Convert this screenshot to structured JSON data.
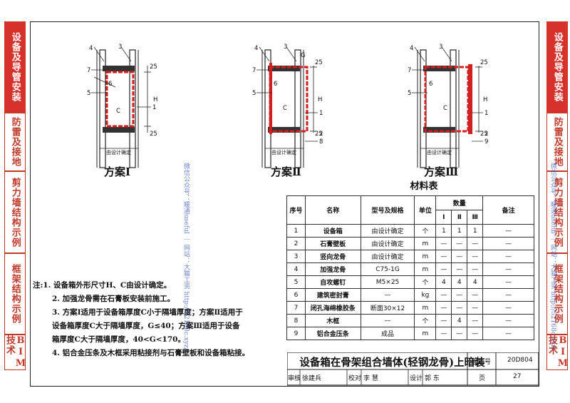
{
  "side_tabs": [
    {
      "label": "设备及导管安装",
      "active": true
    },
    {
      "label": "防雷及接地",
      "active": false
    },
    {
      "label": "剪力墙结构示例",
      "active": false
    },
    {
      "label": "框架结构示例",
      "active": false
    },
    {
      "label": "BIM技术",
      "active": false
    }
  ],
  "drawing": {
    "schemes": [
      "方案Ⅰ",
      "方案Ⅱ",
      "方案Ⅲ"
    ],
    "dim_label": "由设计确定",
    "dim_25": "25",
    "label_H": "H",
    "label_C": "C",
    "label_G": "G",
    "callouts_1": {
      "n4": "4",
      "n3": "3",
      "n7": "7",
      "n6": "6",
      "n5": "5",
      "n1": "1"
    },
    "callouts_2": {
      "n4": "4",
      "n3": "3",
      "n7": "7",
      "n6": "6",
      "n5": "5",
      "n1": "1",
      "n2": "2",
      "n8": "8"
    },
    "callouts_3": {
      "n4": "4",
      "n3": "3",
      "n7": "7",
      "n6": "6",
      "n5": "5",
      "n1": "1",
      "n2": "2",
      "n9": "9"
    }
  },
  "materials": {
    "title": "材料表",
    "headers": {
      "index": "序号",
      "name": "名称",
      "model": "型号及规格",
      "unit": "单位",
      "quantity": "数量",
      "q1": "Ⅰ",
      "q2": "Ⅱ",
      "q3": "Ⅲ",
      "remark": "备注"
    },
    "rows": [
      {
        "no": "1",
        "name": "设备箱",
        "model": "由设计确定",
        "unit": "个",
        "q1": "1",
        "q2": "1",
        "q3": "1",
        "remark": "—"
      },
      {
        "no": "2",
        "name": "石膏壁板",
        "model": "由设计确定",
        "unit": "m",
        "q1": "—",
        "q2": "—",
        "q3": "—",
        "remark": "—"
      },
      {
        "no": "3",
        "name": "竖向龙骨",
        "model": "由设计确定",
        "unit": "m",
        "q1": "—",
        "q2": "—",
        "q3": "—",
        "remark": "—"
      },
      {
        "no": "4",
        "name": "加强龙骨",
        "model": "C75-1G",
        "unit": "m",
        "q1": "—",
        "q2": "—",
        "q3": "—",
        "remark": "—"
      },
      {
        "no": "5",
        "name": "自攻螺钉",
        "model": "M5×25",
        "unit": "个",
        "q1": "4",
        "q2": "4",
        "q3": "4",
        "remark": "—"
      },
      {
        "no": "6",
        "name": "建筑密封膏",
        "model": "—",
        "unit": "kg",
        "q1": "—",
        "q2": "—",
        "q3": "—",
        "remark": "—"
      },
      {
        "no": "7",
        "name": "闭孔海绵橡胶条",
        "model": "断面30×12",
        "unit": "m",
        "q1": "—",
        "q2": "—",
        "q3": "—",
        "remark": "—"
      },
      {
        "no": "8",
        "name": "木框",
        "model": "—",
        "unit": "个",
        "q1": "—",
        "q2": "4",
        "q3": "—",
        "remark": "—"
      },
      {
        "no": "9",
        "name": "铝合金压条",
        "model": "成品",
        "unit": "m",
        "q1": "—",
        "q2": "—",
        "q3": "—",
        "remark": "—"
      }
    ]
  },
  "notes": {
    "n1": "注:1. 设备箱外形尺寸H、C由设计确定。",
    "n2": "2. 加强龙骨需在石膏板安装前施工。",
    "n3a": "3. 方案Ⅰ适用于设备箱厚度C小于隔墙厚度；方案Ⅱ适用于",
    "n3b": "设备箱厚度C大于隔墙厚度，G≤40；方案Ⅲ适用于设备",
    "n3c": "箱厚度C大于隔墙厚度，40<G<170。",
    "n4": "4. 铝合金压条及木框采用粘接剂与石膏壁板和设备箱粘接。"
  },
  "title_block": {
    "title": "设备箱在骨架组合墙体(轻钢龙骨)上暗装",
    "atlas_label": "图集号",
    "atlas_no": "20D804",
    "review_label": "审核",
    "reviewer": "徐建兵",
    "check_label": "校对",
    "checker": "李 慧",
    "design_label": "设计",
    "designer": "郭 东",
    "page_label": "页",
    "page_no": "27"
  },
  "watermark": "微信公众号：暖通useful ｜ 网站：大猫工资 http://52168c.xyz/"
}
